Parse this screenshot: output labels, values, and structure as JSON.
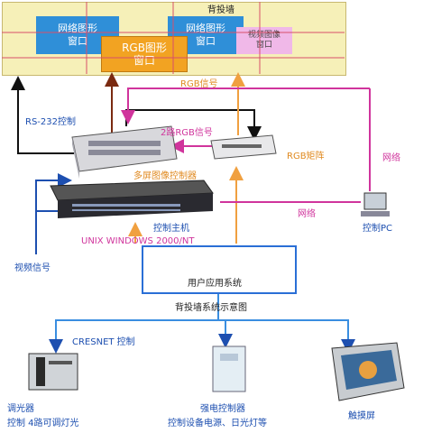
{
  "wall": {
    "title": "背投墙",
    "windows": [
      {
        "label": "网络图形\n窗口"
      },
      {
        "label": "RGB图形\n窗口"
      },
      {
        "label": "网络图形\n窗口"
      },
      {
        "label": "视频图像\n窗口"
      }
    ]
  },
  "labels": {
    "rgb_signal": "RGB信号",
    "rs232": "RS-232控制",
    "rgb2": "2路RGB信号",
    "rgb_matrix": "RGB矩阵",
    "network_right": "网络",
    "multi_controller": "多屏图像控制器",
    "host": "控制主机",
    "network_mid": "网络",
    "os": "UNIX  WINDOWS 2000/NT",
    "control_pc": "控制PC",
    "video_signal": "视频信号",
    "user_system": "用户应用系统",
    "caption": "背投墙系统示意图",
    "cresnet": "CRESNET 控制"
  },
  "bottom": {
    "dimmer_title": "调光器",
    "dimmer_desc": "控制 4路可调灯光",
    "power_title": "强电控制器",
    "power_desc": "控制设备电源、日光灯等",
    "touch_title": "触摸屏"
  },
  "colors": {
    "blue": "#1d4fb0",
    "pink": "#d0349c",
    "orange": "#e08a20",
    "wall_bg": "#f6f0b8",
    "window_blue": "#2f8fd8",
    "window_orange": "#f2a322"
  }
}
